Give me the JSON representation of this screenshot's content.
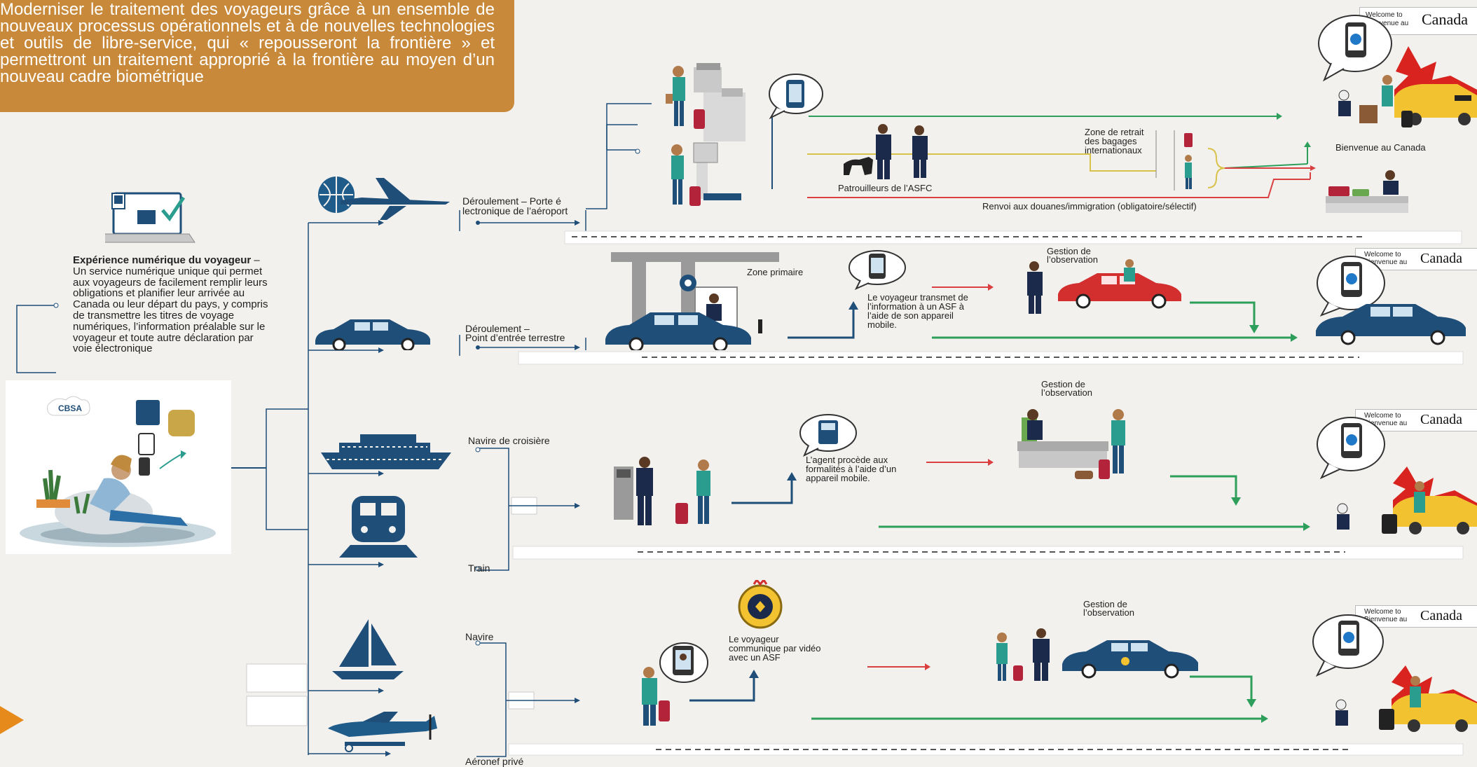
{
  "header": {
    "text": "Moderniser le traitement des voyageurs grâce à un ensemble de nouveaux processus opérationnels et à de nouvelles technologies et outils de libre-service, qui « repousseront la frontière » et permettront un traitement approprié à la frontière au moyen d’un nouveau cadre biométrique"
  },
  "digital_experience": {
    "title": "Expérience numérique du voyageur",
    "body": " – Un service numérique unique qui permet aux voyageurs de facilement remplir leurs obligations et planifier leur arrivée au Canada ou leur départ du pays, y compris de transmettre les titres de voyage numériques, l’information préalable sur le voyageur et toute autre déclaration par voie électronique",
    "phone_badge": "CBSA"
  },
  "air": {
    "flow_label_1": "Déroulement – Porte é",
    "flow_label_2": "lectronique de l’aéroport",
    "patrol": "Patrouilleurs de l’ASFC",
    "baggage_1": "Zone de retrait",
    "baggage_2": "des bagages",
    "baggage_3": "internationaux",
    "referral": "Renvoi aux douanes/immigration (obligatoire/sélectif)",
    "welcome": "Bienvenue au Canada"
  },
  "land": {
    "flow_label_1": "Déroulement –",
    "flow_label_2": "Point d’entrée terrestre",
    "primary_zone": "Zone primaire",
    "obs_1": "Gestion de",
    "obs_2": "l’observation",
    "transmit_1": "Le voyageur transmet de",
    "transmit_2": "l’information à un ASF à",
    "transmit_3": "l’aide de son appareil",
    "transmit_4": "mobile."
  },
  "cruise_train": {
    "cruise_label": "Navire de croisière",
    "train_label": "Train",
    "agent_1": "L’agent procède aux",
    "agent_2": "formalités à l’aide d’un",
    "agent_3": "appareil mobile.",
    "obs_1": "Gestion de",
    "obs_2": "l’observation"
  },
  "vessel": {
    "vessel_label": "Navire",
    "aircraft_label": "Aéronef privé",
    "video_1": "Le voyageur",
    "video_2": "communique par vidéo",
    "video_3": "avec un ASF",
    "obs_1": "Gestion de",
    "obs_2": "l’observation"
  },
  "sign": {
    "small_1": "Welcome to",
    "small_2": "Bienvenue au",
    "brand": "Canada"
  },
  "colors": {
    "header_bg": "#c8893a",
    "navy": "#1f4e79",
    "green": "#2e9e5b",
    "red": "#d9403f",
    "yellow": "#d9c24a",
    "maple": "#d8231f",
    "teal": "#2a9d8f"
  },
  "icons": [
    "plane-globe-icon",
    "laptop-icon",
    "car-icon",
    "ship-icon",
    "train-icon",
    "sailboat-icon",
    "seaplane-icon",
    "phone-icon",
    "maple-leaf-icon",
    "taxi-icon",
    "cbsa-badge-icon"
  ]
}
